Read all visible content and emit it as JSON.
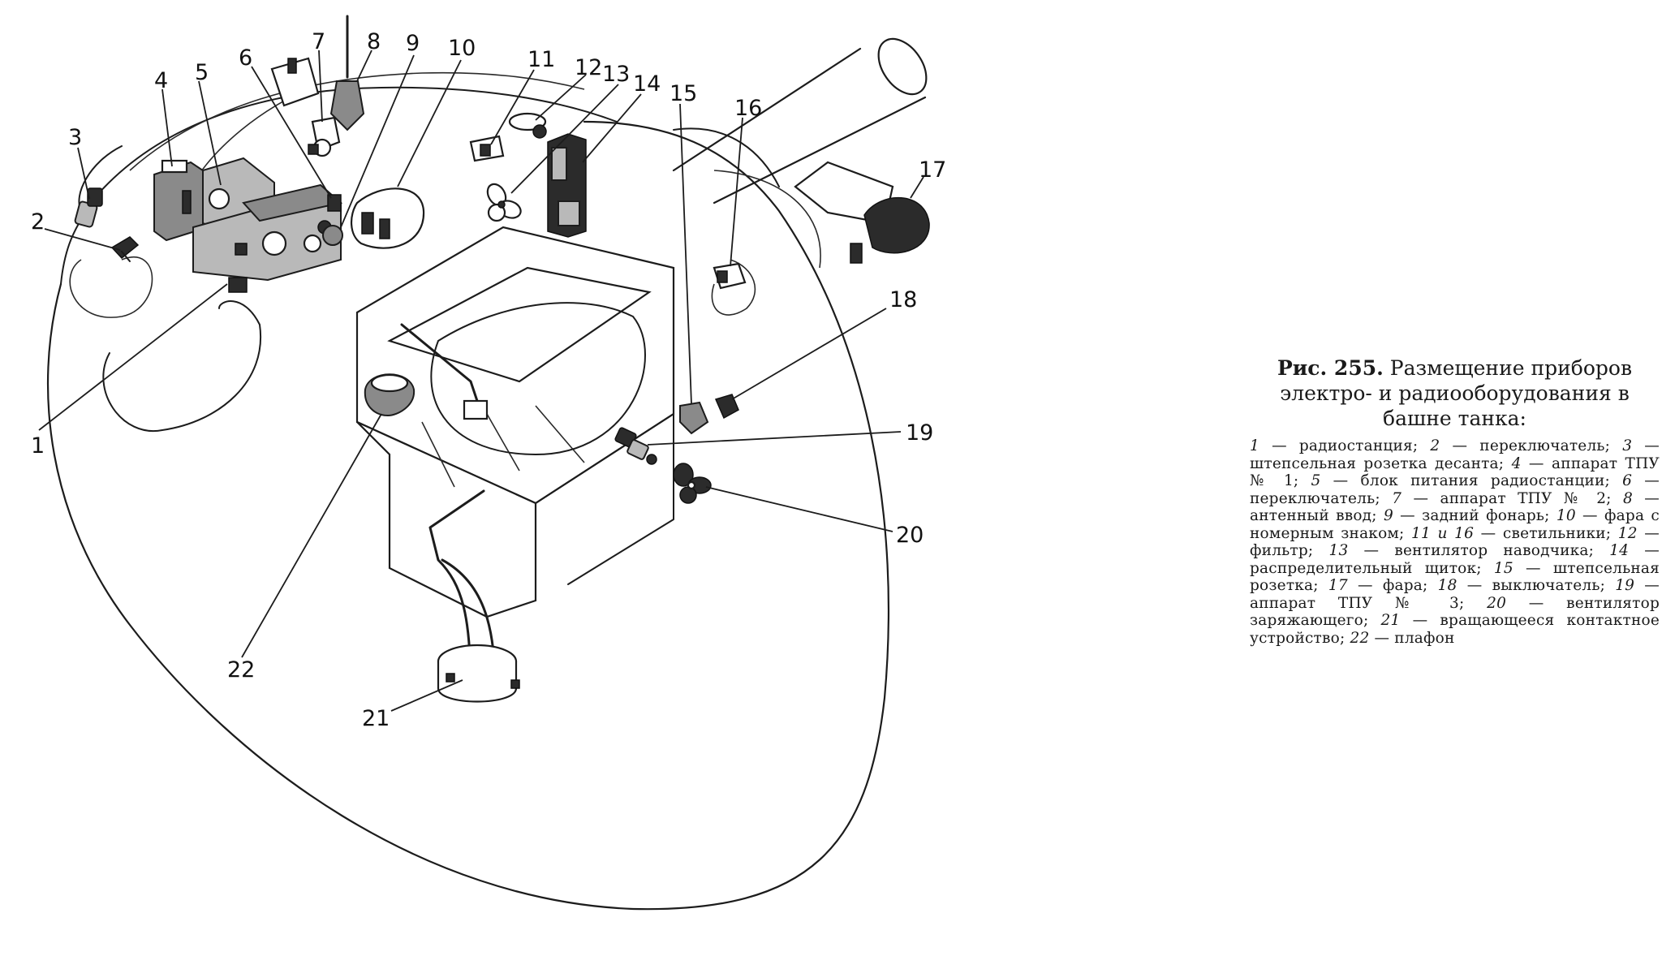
{
  "figure": {
    "number_label": "Рис. 255.",
    "title": "Размещение приборов электро- и радиооборудования в башне танка:"
  },
  "callouts": [
    "1",
    "2",
    "3",
    "4",
    "5",
    "6",
    "7",
    "8",
    "9",
    "10",
    "11",
    "12",
    "13",
    "14",
    "15",
    "16",
    "17",
    "18",
    "19",
    "20",
    "21",
    "22"
  ],
  "legend": [
    {
      "num": "1",
      "text": "радиостанция"
    },
    {
      "num": "2",
      "text": "переключатель"
    },
    {
      "num": "3",
      "text": "штепсельная розетка десанта"
    },
    {
      "num": "4",
      "text": "аппарат ТПУ № 1"
    },
    {
      "num": "5",
      "text": "блок питания радиостанции"
    },
    {
      "num": "6",
      "text": "переключатель"
    },
    {
      "num": "7",
      "text": "аппарат ТПУ № 2"
    },
    {
      "num": "8",
      "text": "антенный ввод"
    },
    {
      "num": "9",
      "text": "задний фонарь"
    },
    {
      "num": "10",
      "text": "фара с номерным знаком"
    },
    {
      "num": "11 и 16",
      "text": "светильники"
    },
    {
      "num": "12",
      "text": "фильтр"
    },
    {
      "num": "13",
      "text": "вентилятор наводчика"
    },
    {
      "num": "14",
      "text": "распределительный щиток"
    },
    {
      "num": "15",
      "text": "штепсельная розетка"
    },
    {
      "num": "17",
      "text": "фара"
    },
    {
      "num": "18",
      "text": "выключатель"
    },
    {
      "num": "19",
      "text": "аппарат ТПУ № 3"
    },
    {
      "num": "20",
      "text": "вентилятор заряжающего"
    },
    {
      "num": "21",
      "text": "вращающееся контактное устройство"
    },
    {
      "num": "22",
      "text": "плафон"
    }
  ]
}
